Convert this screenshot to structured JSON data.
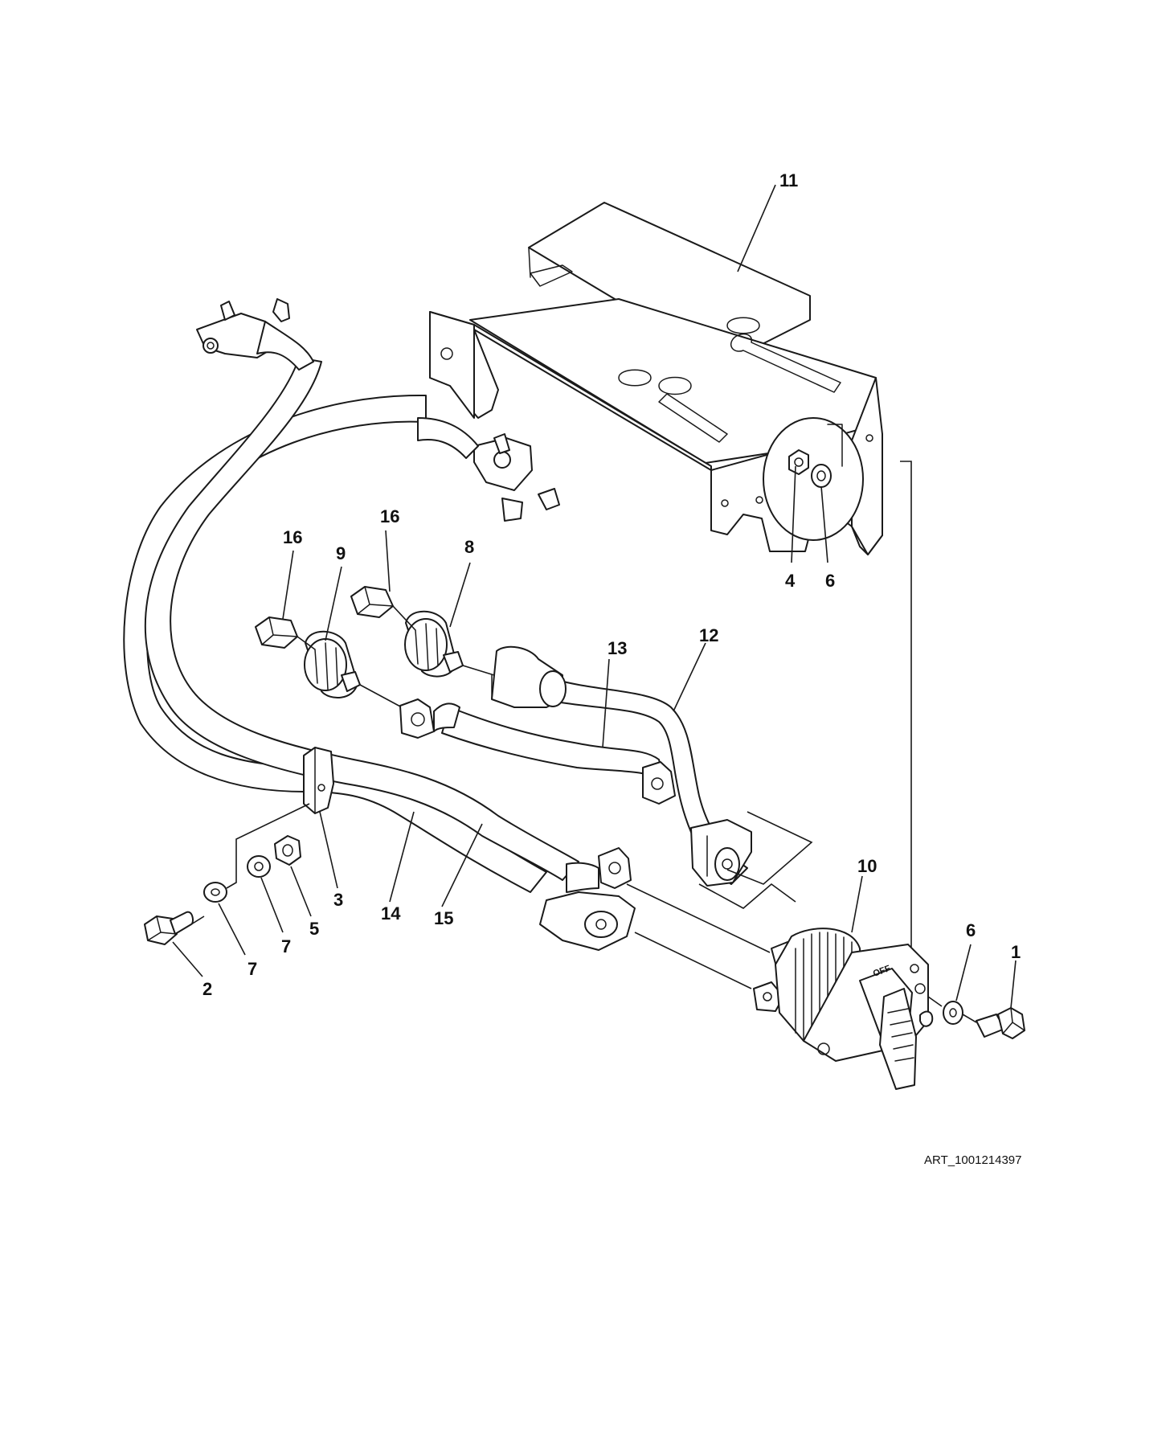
{
  "diagram": {
    "art_id": "ART_1001214397",
    "callouts": {
      "c1": "1",
      "c2": "2",
      "c3": "3",
      "c4": "4",
      "c5": "5",
      "c6a": "6",
      "c6b": "6",
      "c7a": "7",
      "c7b": "7",
      "c8": "8",
      "c9": "9",
      "c10": "10",
      "c11": "11",
      "c12": "12",
      "c13": "13",
      "c14": "14",
      "c15": "15",
      "c16a": "16",
      "c16b": "16"
    },
    "switch_text": "OFF"
  },
  "colors": {
    "line": "#1a1a1a",
    "background": "#ffffff"
  }
}
